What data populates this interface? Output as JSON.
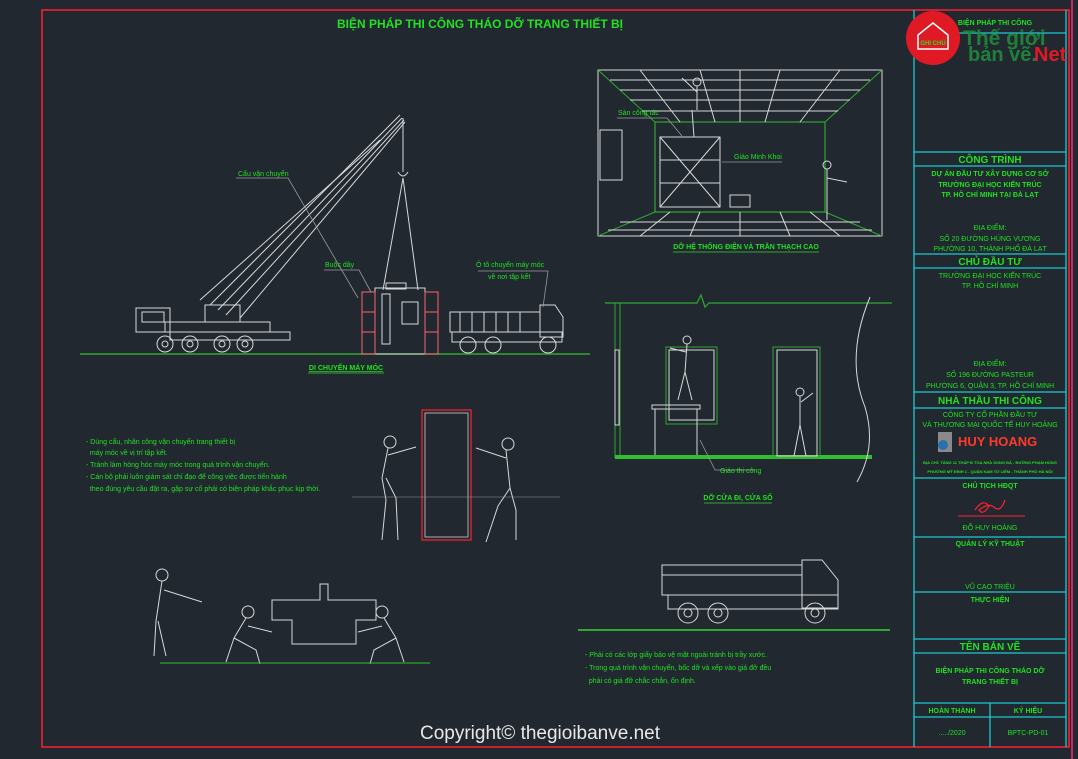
{
  "sheet": {
    "title": "BIỆN PHÁP THI CÔNG THÁO DỠ TRANG THIẾT BỊ"
  },
  "drawings": {
    "crane": {
      "caption": "DI CHUYỂN MÁY MÓC",
      "label_crane": "Cẩu vận chuyển",
      "label_rope": "Buộc dây",
      "label_truck_1": "Ô tô chuyển máy móc",
      "label_truck_2": "về nơi tập kết"
    },
    "ceiling": {
      "caption": "DỠ HỆ THỐNG ĐIỆN VÀ TRẦN THẠCH CAO",
      "label_platform": "Sàn công tác",
      "label_scaffold": "Giáo Minh Khoi"
    },
    "doors": {
      "caption": "DỠ CỬA ĐI, CỬA SỔ",
      "label_scaffold": "Giáo thi công"
    }
  },
  "notes_left": [
    "- Dùng cẩu, nhân công vận chuyển trang thiết bị",
    "  máy móc về vị trí tập kết.",
    "- Tránh làm hỏng hóc máy móc trong quá trình vận chuyển.",
    "- Cán bộ phải luôn giám sát chỉ đạo để công việc được tiến hành",
    "  theo đúng yêu cầu đặt ra, gặp sự cố phải có biện pháp khắc phục kịp thời."
  ],
  "notes_right": [
    "- Phải có các lớp giấy bảo vệ mặt ngoài tránh bị trầy xước.",
    "- Trong quá trình vận chuyển, bốc dỡ và xếp vào giá đỡ đều",
    "  phải có giá đỡ chắc chắn, ổn định."
  ],
  "title_block": {
    "header": "BIỆN PHÁP THI CÔNG",
    "header_sub": "GHI CHÚ",
    "project_heading": "CÔNG TRÌNH",
    "project_lines": [
      "DỰ ÁN ĐẦU TƯ XÂY DỰNG CƠ SỞ",
      "TRƯỜNG ĐẠI HỌC KIẾN TRÚC",
      "TP. HỒ CHÍ MINH TẠI ĐÀ LẠT"
    ],
    "project_location": [
      "ĐỊA ĐIỂM:",
      "SỐ 20 ĐƯỜNG HÙNG VƯƠNG",
      "PHƯỜNG 10, THÀNH PHỐ ĐÀ LẠT"
    ],
    "owner_heading": "CHỦ ĐẦU TƯ",
    "owner_lines": [
      "TRƯỜNG ĐẠI HỌC KIẾN TRÚC",
      "TP. HỒ CHÍ MINH"
    ],
    "owner_location": [
      "ĐỊA ĐIỂM:",
      "SỐ 196 ĐƯỜNG PASTEUR",
      "PHƯỜNG 6, QUẬN 3, TP. HỒ CHÍ MINH"
    ],
    "contractor_heading": "NHÀ THẦU THI CÔNG",
    "contractor_lines": [
      "CÔNG TY CỔ PHẦN ĐẦU TƯ",
      "VÀ THƯƠNG MẠI QUỐC TẾ HUY HOÀNG"
    ],
    "contractor_logo": "HUY HOANG",
    "contractor_address": [
      "ĐỊA CHỈ: TẦNG 11 THÁP B TÒA NHÀ SONG ĐÀ - ĐƯỜNG PHẠM HÙNG",
      "PHƯỜNG MỸ ĐÌNH 1 - QUẬN NAM TỪ LIÊM - THÀNH PHỐ HÀ NỘI"
    ],
    "chairman_role": "CHỦ TỊCH HĐQT",
    "chairman_name": "ĐỖ HUY HOÀNG",
    "tech_role": "QUẢN LÝ KỸ THUẬT",
    "tech_name": "VŨ CAO TRIỆU",
    "done_by_role": "THỰC HIỆN",
    "drawing_name_heading": "TÊN BẢN VẼ",
    "drawing_name_lines": [
      "BIỆN PHÁP THI CÔNG THÁO DỠ",
      "TRANG THIẾT BỊ"
    ],
    "completed_label": "HOÀN THÀNH",
    "code_label": "KÝ HIỆU",
    "completed_value": "...../2020",
    "code_value": "BPTC-PD-01"
  },
  "watermark": {
    "line1": "Thế giới",
    "line2": "bản vẽ.",
    "line2_accent": "Net",
    "copyright": "Copyright© thegioibanve.net"
  },
  "colors": {
    "background": "#212830",
    "text_green": "#22e022",
    "border_red": "#ff2030",
    "grid_cyan": "#1fc8d0"
  }
}
